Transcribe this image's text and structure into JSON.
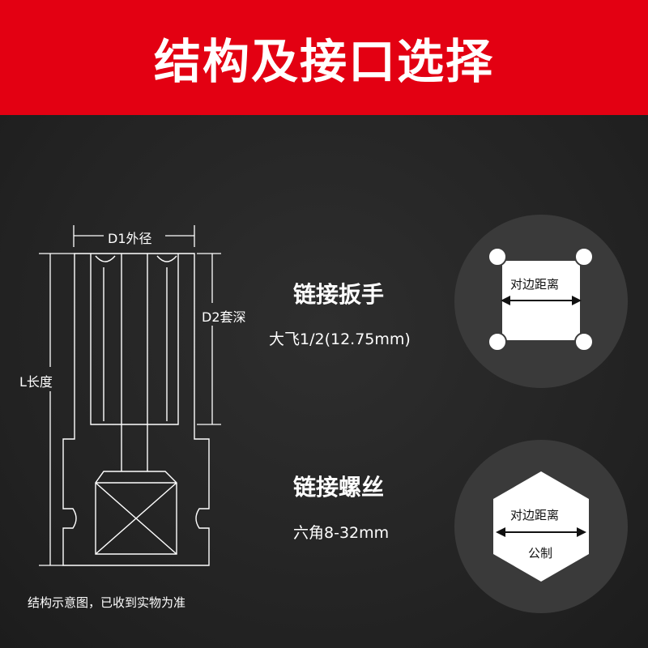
{
  "banner": {
    "title": "结构及接口选择"
  },
  "diagram": {
    "d1_label": "D1外径",
    "d2_label": "D2套深",
    "l_label": "L长度",
    "caption": "结构示意图，已收到实物为准"
  },
  "sections": [
    {
      "title": "链接扳手",
      "subtitle": "大飞1/2(12.75mm)",
      "icon_label": "对边距离"
    },
    {
      "title": "链接螺丝",
      "subtitle": "六角8-32mm",
      "icon_label": "对边距离",
      "icon_sub_label": "公制"
    }
  ],
  "colors": {
    "banner": "#e30012",
    "background": "#262626",
    "circle": "#3a3a3a",
    "line": "#ffffff"
  }
}
